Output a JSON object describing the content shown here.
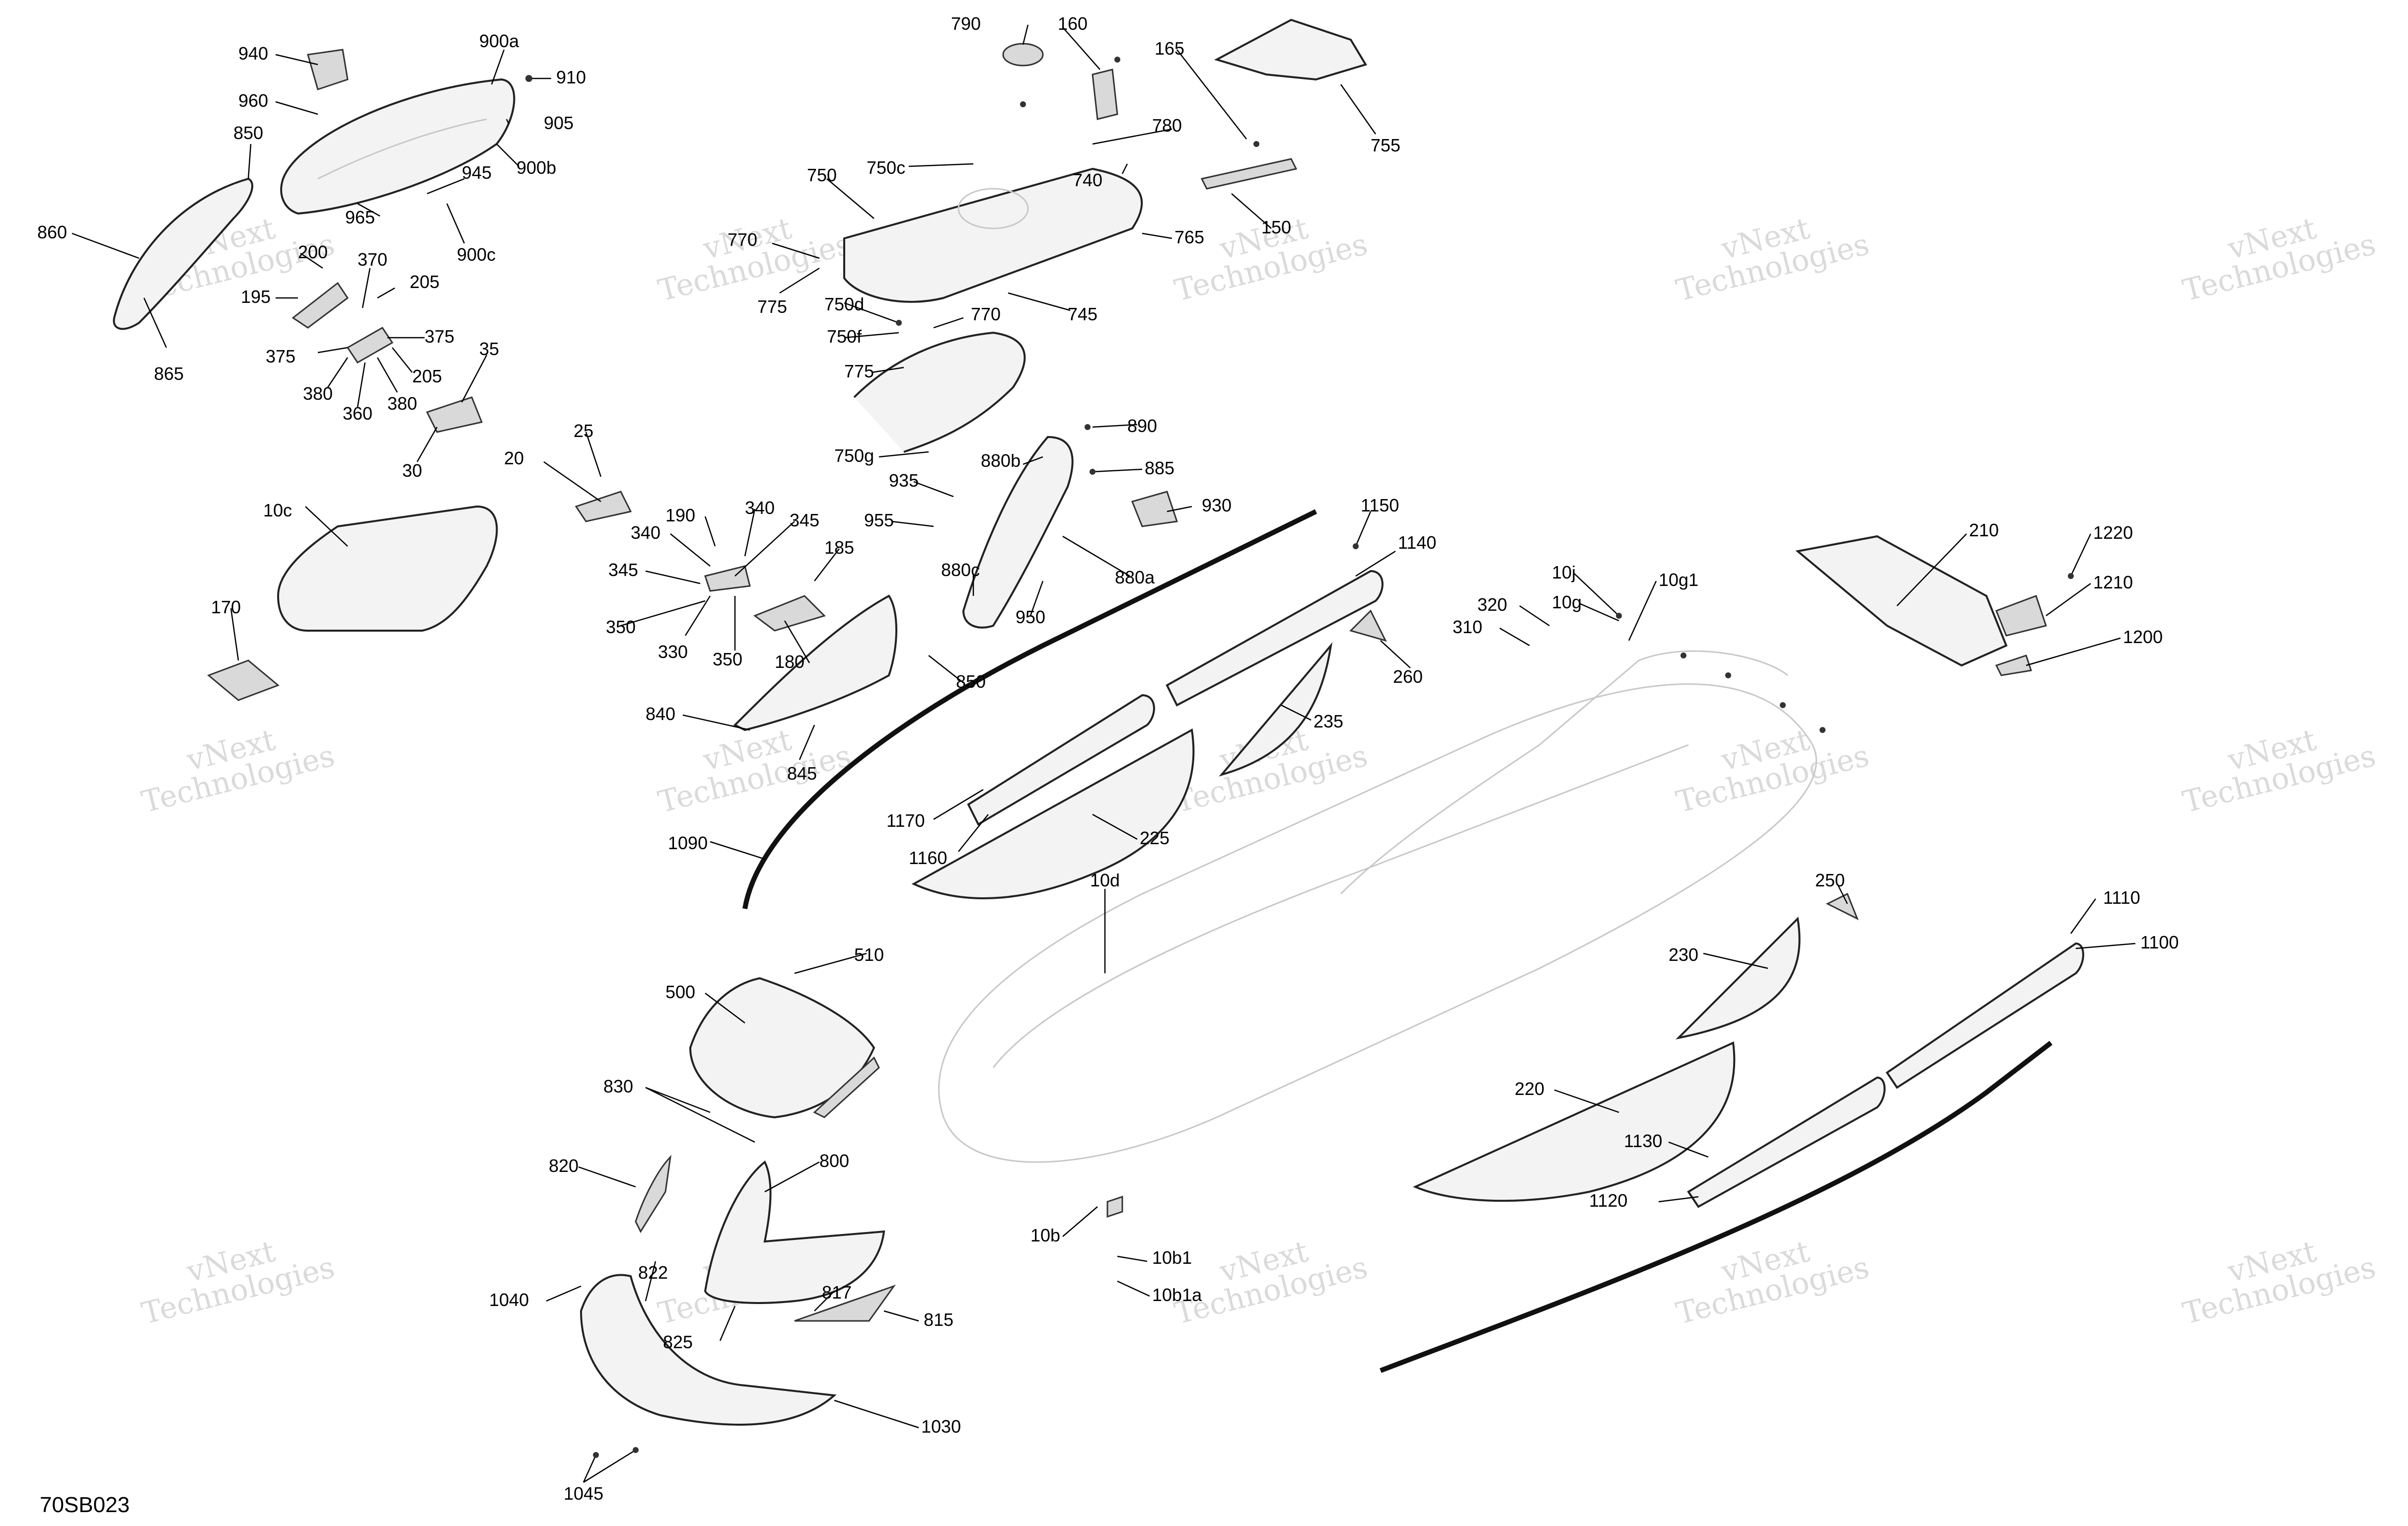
{
  "diagram_code": "70SB023",
  "watermark": {
    "line1": "vNext",
    "line2": "Technologies",
    "line3": "vNext Technologies"
  },
  "labels": {
    "l940": "940",
    "l900a": "900a",
    "l910": "910",
    "l960": "960",
    "l905": "905",
    "l850a": "850",
    "l900b": "900b",
    "l945": "945",
    "l965": "965",
    "l900c": "900c",
    "l860": "860",
    "l200": "200",
    "l370": "370",
    "l195": "195",
    "l205a": "205",
    "l375a": "375",
    "l375b": "375",
    "l205b": "205",
    "l35": "35",
    "l380a": "380",
    "l360": "360",
    "l380b": "380",
    "l30": "30",
    "l865": "865",
    "l790": "790",
    "l160": "160",
    "l165": "165",
    "l780": "780",
    "l755": "755",
    "l750c": "750c",
    "l750": "750",
    "l740": "740",
    "l770a": "770",
    "l765": "765",
    "l150": "150",
    "l775a": "775",
    "l750d": "750d",
    "l770b": "770",
    "l745": "745",
    "l750f": "750f",
    "l775b": "775",
    "l750g": "750g",
    "l25": "25",
    "l20": "20",
    "l890": "890",
    "l880b": "880b",
    "l885": "885",
    "l935": "935",
    "l930": "930",
    "l955": "955",
    "l880a": "880a",
    "l880c": "880c",
    "l950": "950",
    "l10c": "10c",
    "l190": "190",
    "l340a": "340",
    "l345a": "345",
    "l340b": "340",
    "l185": "185",
    "l345b": "345",
    "l170": "170",
    "l350a": "350",
    "l330": "330",
    "l350b": "350",
    "l180": "180",
    "l850b": "850",
    "l840": "840",
    "l845": "845",
    "l1090": "1090",
    "l1150": "1150",
    "l1140": "1140",
    "l260": "260",
    "l235": "235",
    "l1170": "1170",
    "l1160": "1160",
    "l225": "225",
    "l10j": "10j",
    "l10g": "10g",
    "l10g1": "10g1",
    "l320": "320",
    "l310": "310",
    "l210": "210",
    "l1220": "1220",
    "l1210": "1210",
    "l1200": "1200",
    "l10d": "10d",
    "l250": "250",
    "l230": "230",
    "l1110": "1110",
    "l1100": "1100",
    "l220": "220",
    "l1130": "1130",
    "l1120": "1120",
    "l510": "510",
    "l500": "500",
    "l830": "830",
    "l800": "800",
    "l820": "820",
    "l822": "822",
    "l1040": "1040",
    "l817": "817",
    "l815": "815",
    "l825": "825",
    "l1030": "1030",
    "l1045": "1045",
    "l10b": "10b",
    "l10b1": "10b1",
    "l10b1a": "10b1a"
  }
}
